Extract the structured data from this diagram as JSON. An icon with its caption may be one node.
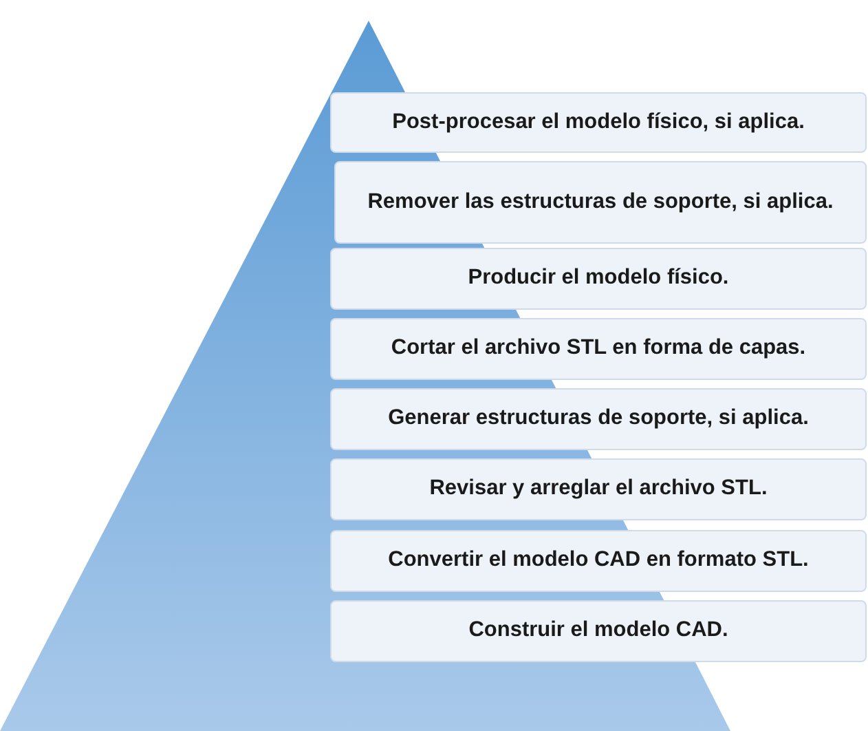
{
  "diagram": {
    "nodes": [
      {
        "text": [],
        "shape": "triangle"
      },
      {
        "text": [
          "Post-procesar el modelo físico, si aplica."
        ]
      },
      {
        "text": [
          "Remover las estructuras de soporte, si aplica."
        ]
      },
      {
        "text": [
          "Producir el modelo físico."
        ]
      },
      {
        "text": [
          "Cortar el archivo STL en forma de capas."
        ]
      },
      {
        "text": [
          "Generar estructuras de soporte, si aplica."
        ]
      },
      {
        "text": [
          "Revisar y arreglar el archivo STL."
        ]
      },
      {
        "text": [
          "Convertir el modelo CAD en formato STL."
        ]
      },
      {
        "text": [
          "Construir el modelo CAD."
        ]
      }
    ]
  }
}
